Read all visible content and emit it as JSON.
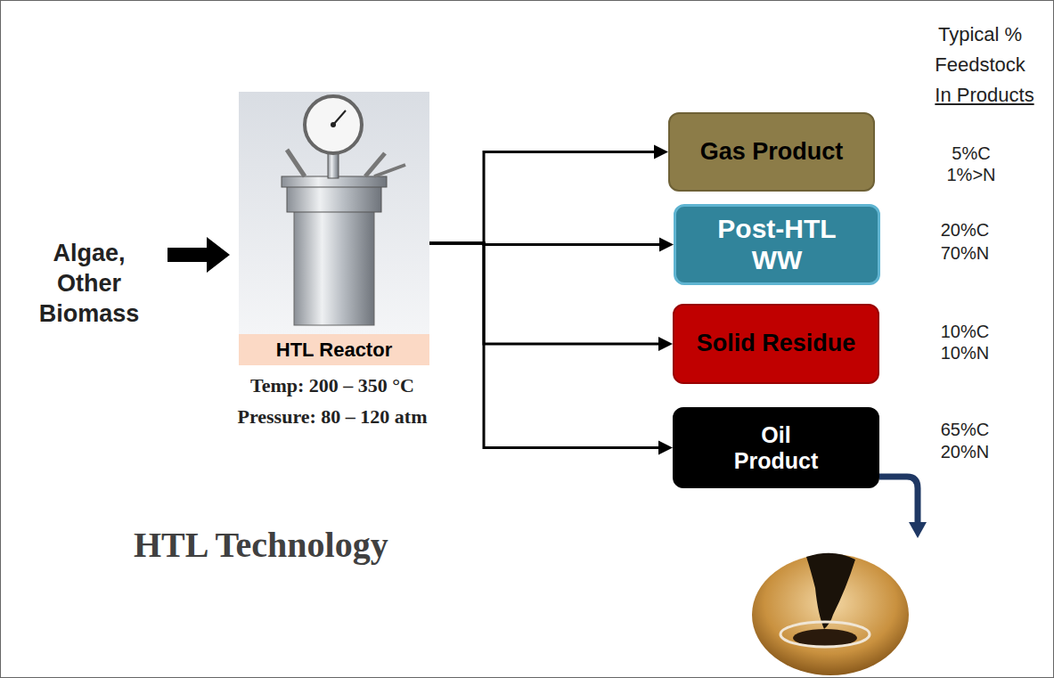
{
  "diagram": {
    "title": "HTL Technology",
    "nodes": [
      {
        "text": [
          "HTL Reactor"
        ]
      },
      {
        "text": [
          "Gas Product"
        ]
      },
      {
        "text": [
          "Post-HTL WW"
        ]
      },
      {
        "text": [
          "Solid Residue"
        ]
      },
      {
        "text": [
          "Oil Product"
        ]
      }
    ],
    "edges": [
      {
        "from": 0,
        "to": 1,
        "arrow": "to"
      },
      {
        "from": 0,
        "to": 2,
        "arrow": "to"
      },
      {
        "from": 0,
        "to": 3,
        "arrow": "to"
      },
      {
        "from": 0,
        "to": 4,
        "arrow": "to"
      }
    ],
    "labels": [
      "Algae, Other Biomass",
      "Temp: 200 – 350 °C",
      "Pressure: 80 – 120 atm",
      "Typical % Feedstock",
      "In Products",
      "5%C",
      "1%>N",
      "20%C",
      "70%N",
      "10%C",
      "10%N",
      "65%C",
      "20%N"
    ]
  }
}
